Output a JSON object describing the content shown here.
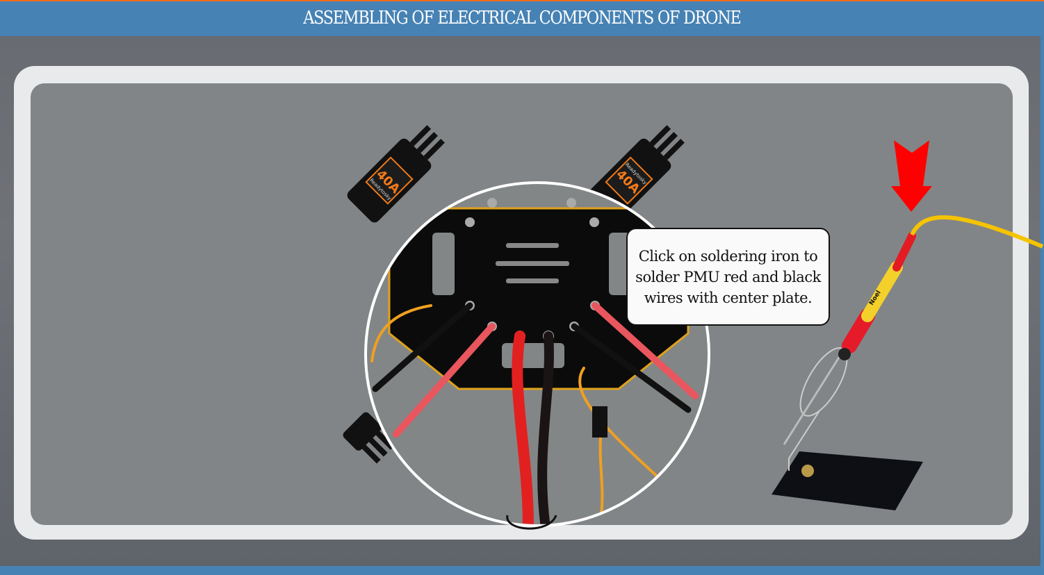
{
  "header": {
    "title": "ASSEMBLING OF ELECTRICAL COMPONENTS OF DRONE"
  },
  "instruction": {
    "text": "Click on soldering iron to solder PMU red and black wires with center plate."
  },
  "esc": {
    "label": "40A",
    "brand": "Readytosky"
  },
  "soldering_iron": {
    "brand": "Noel"
  },
  "colors": {
    "header": "#4682b4",
    "accent_top": "#f26a1b",
    "arrow": "#ff0000",
    "panel": "#e9eaec",
    "stage": "#828587"
  }
}
